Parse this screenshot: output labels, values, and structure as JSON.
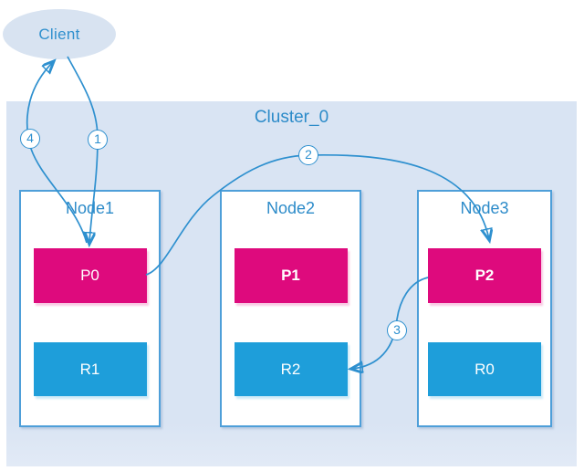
{
  "client": {
    "label": "Client"
  },
  "cluster": {
    "label": "Cluster_0"
  },
  "nodes": [
    {
      "label": "Node1",
      "primary": "P0",
      "replica": "R1"
    },
    {
      "label": "Node2",
      "primary": "P1",
      "replica": "R2"
    },
    {
      "label": "Node3",
      "primary": "P2",
      "replica": "R0"
    }
  ],
  "steps": [
    {
      "label": "1",
      "from": "Client",
      "to": "P0"
    },
    {
      "label": "2",
      "from": "P0",
      "to": "P2"
    },
    {
      "label": "3",
      "from": "P2",
      "to": "R2"
    },
    {
      "label": "4",
      "from": "P0",
      "to": "Client"
    }
  ],
  "colors": {
    "primary_shard": "#DE0A7D",
    "replica_shard": "#1E9EDA",
    "arrow": "#2E90CF",
    "label_text": "#2C8BC9",
    "cluster_background": "#D9E4F3",
    "node_border": "#4E9FD9",
    "shard_text": "#FFFFFF"
  }
}
